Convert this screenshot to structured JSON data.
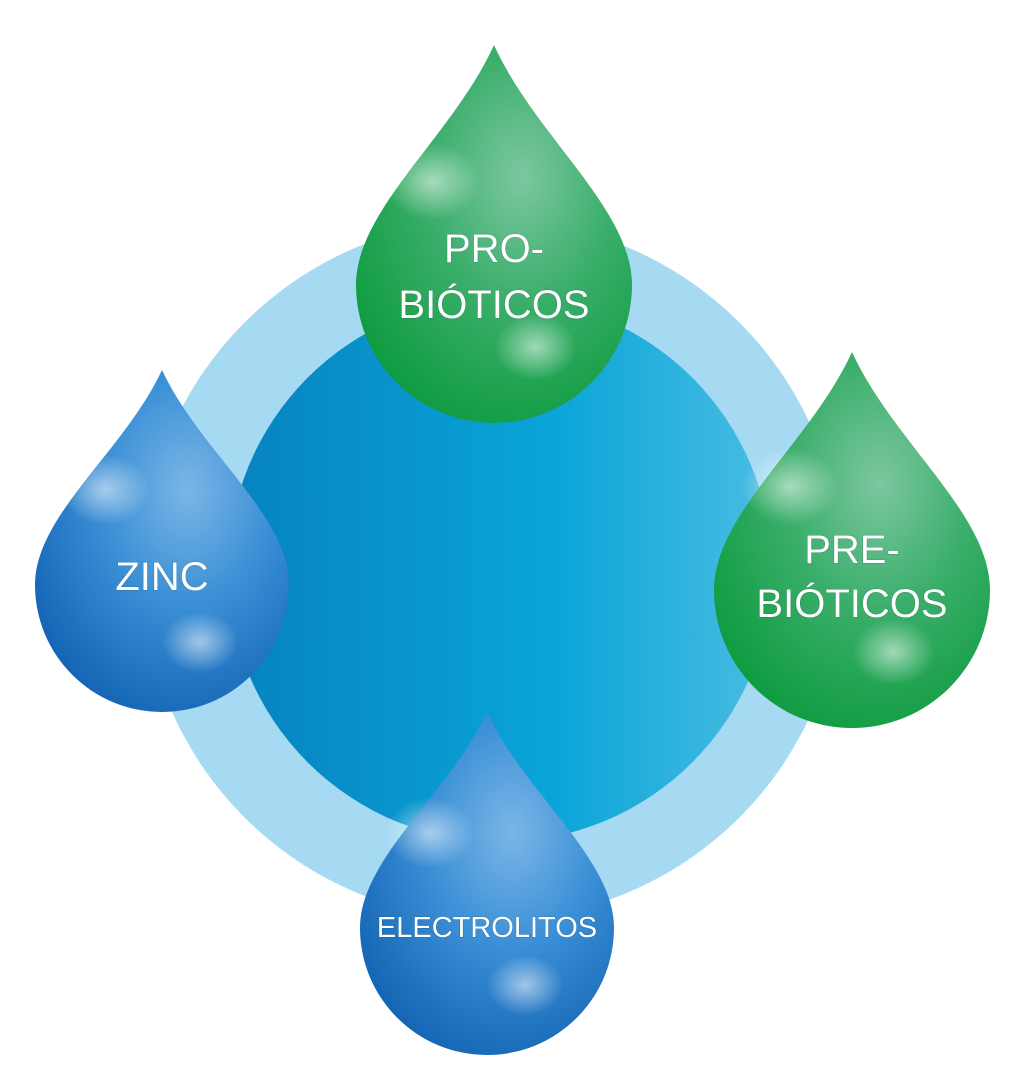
{
  "diagram": {
    "colors": {
      "outer_ring": "#a6daf3",
      "inner_circle_left": "#0785c2",
      "inner_circle_right": "#44bbe2",
      "green_drop": "#1fa24a",
      "blue_drop": "#1d74c4"
    },
    "drops": [
      {
        "id": "probioticos",
        "lines": [
          "PRO-",
          "BIÓTICOS"
        ],
        "color": "green"
      },
      {
        "id": "prebioticos",
        "lines": [
          "PRE-",
          "BIÓTICOS"
        ],
        "color": "green"
      },
      {
        "id": "zinc",
        "lines": [
          "ZINC"
        ],
        "color": "blue"
      },
      {
        "id": "electrolitos",
        "lines": [
          "ELECTROLITOS"
        ],
        "color": "blue"
      }
    ]
  }
}
